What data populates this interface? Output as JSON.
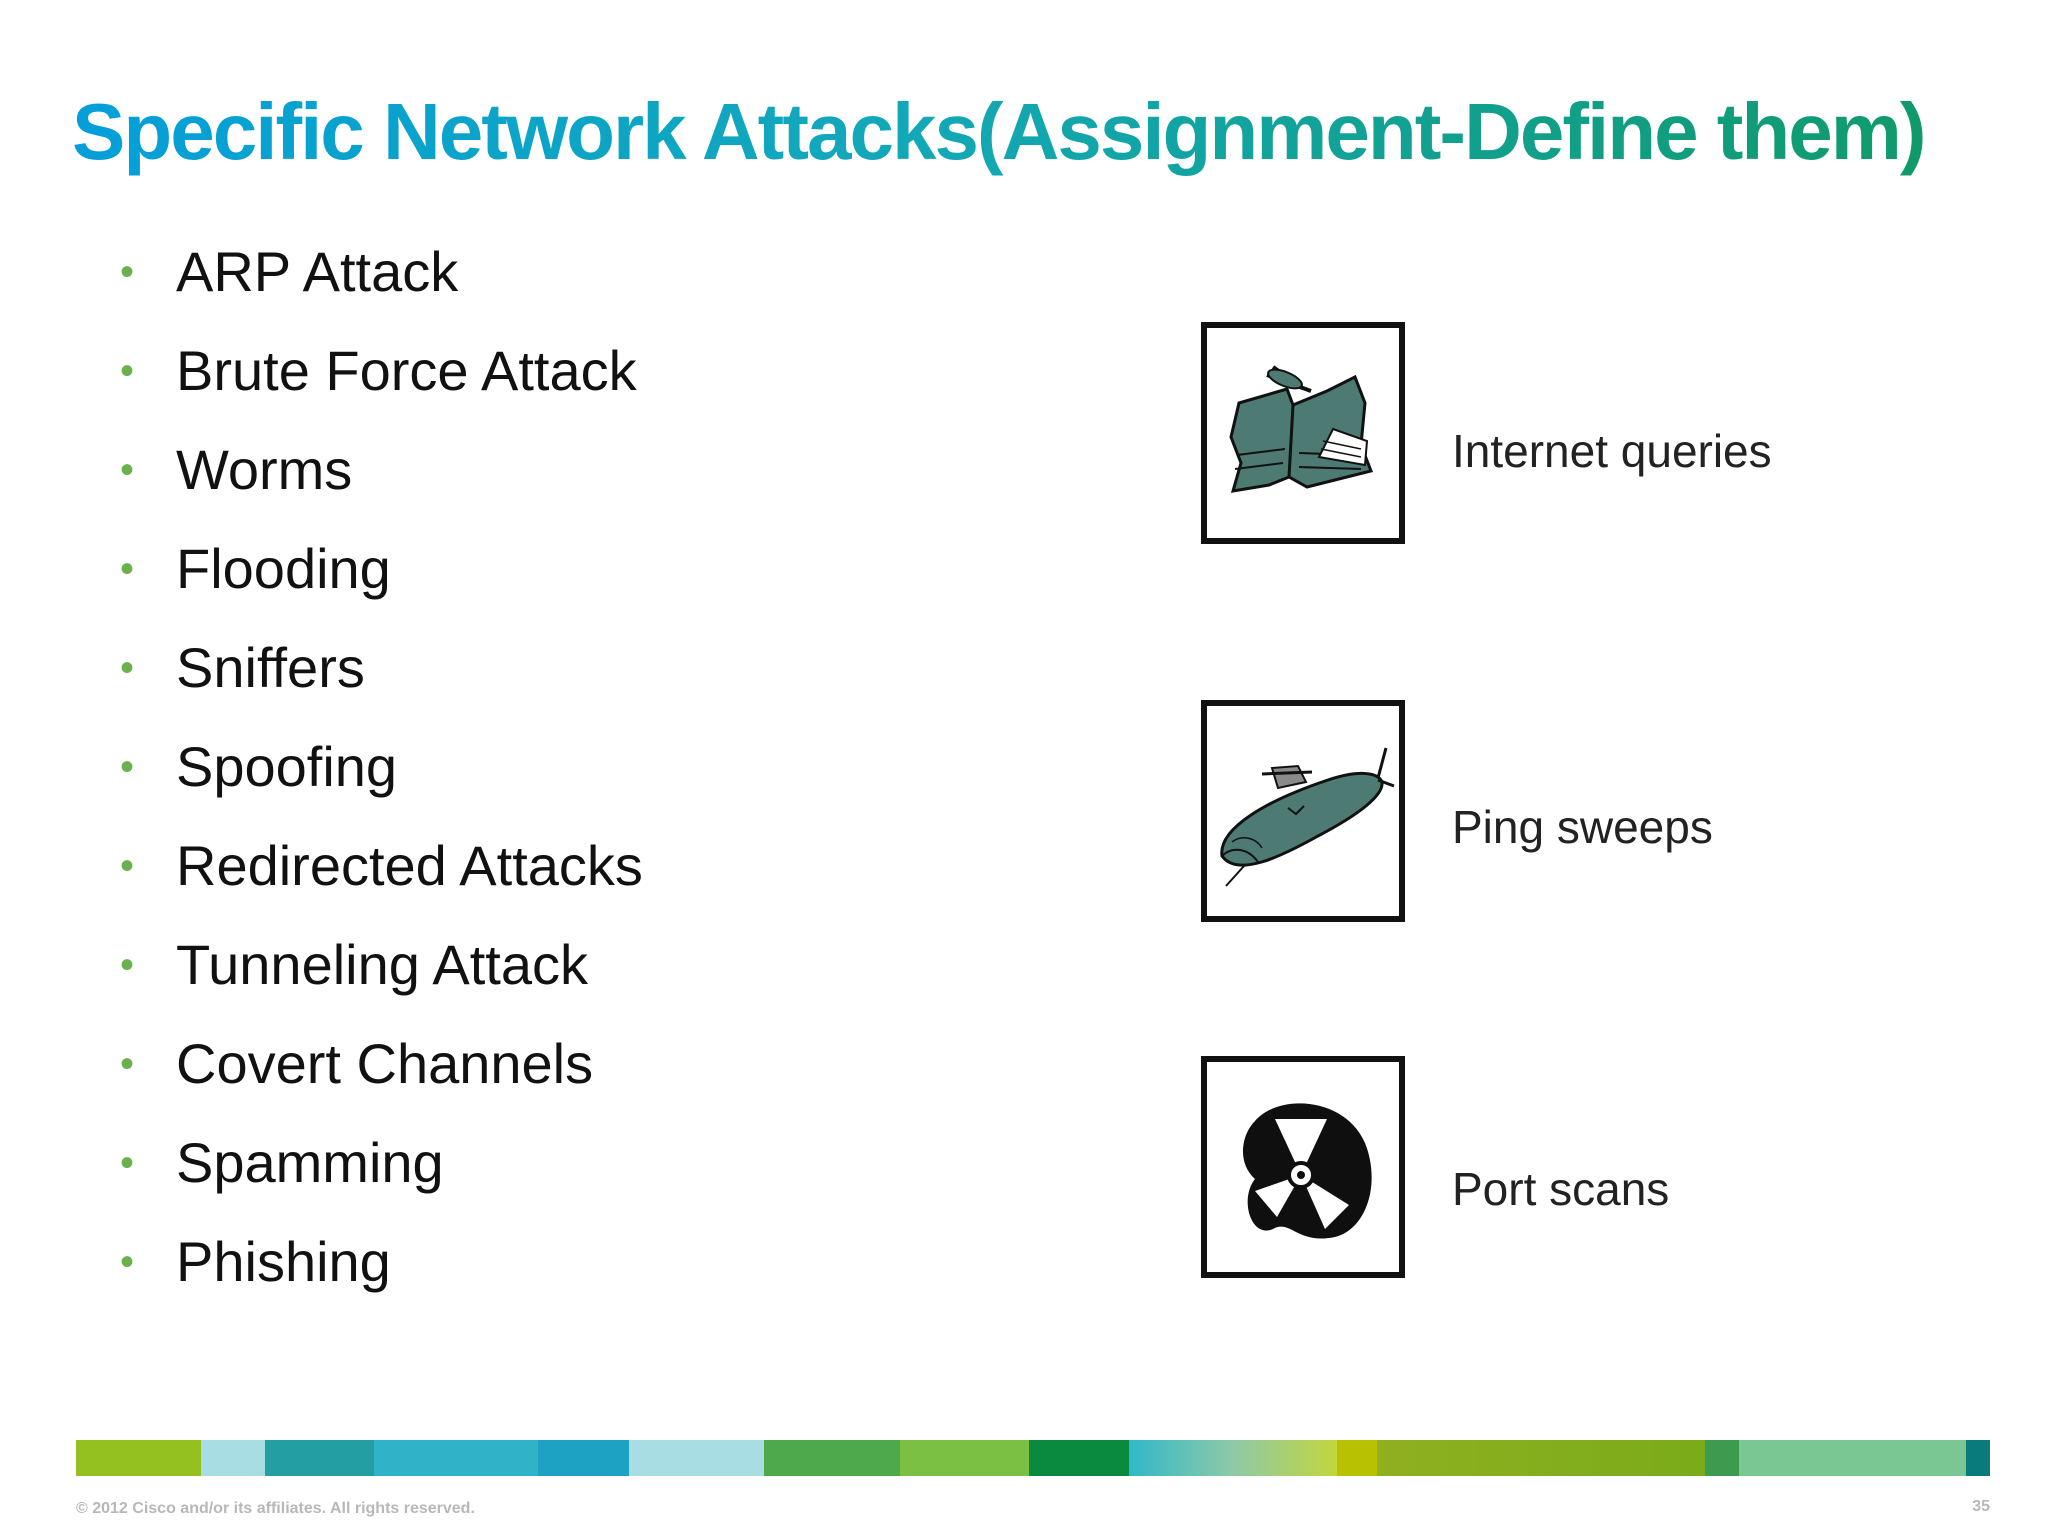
{
  "slide": {
    "title": "Specific Network Attacks(Assignment-Define them)",
    "bullets": [
      "ARP Attack",
      "Brute Force Attack",
      "Worms",
      "Flooding",
      "Sniffers",
      "Spoofing",
      "Redirected Attacks",
      "Tunneling Attack",
      "Covert Channels",
      "Spamming",
      "Phishing"
    ],
    "bullet_color": "#6ab04c",
    "title_colors": [
      "#049fd9",
      "#109a6b"
    ],
    "figures": [
      {
        "label": "Internet queries",
        "icon": "open-book-icon"
      },
      {
        "label": "Ping sweeps",
        "icon": "submarine-icon"
      },
      {
        "label": "Port scans",
        "icon": "radar-fan-icon"
      }
    ],
    "footer": {
      "copyright": "© 2012 Cisco and/or its affiliates. All rights reserved.",
      "page_number": "35"
    },
    "color_bar": [
      "#94c11f",
      "#a8dde4",
      "#239fa3",
      "#2fb3c8",
      "#1ea2c3",
      "#a8dde4",
      "#4ea94a",
      "#7bc043",
      "#098a3f",
      "#8ec9a8",
      "#b8cc3a",
      "#8fb020",
      "#3d9b4f",
      "#7bc794",
      "#0a7b7c"
    ]
  }
}
